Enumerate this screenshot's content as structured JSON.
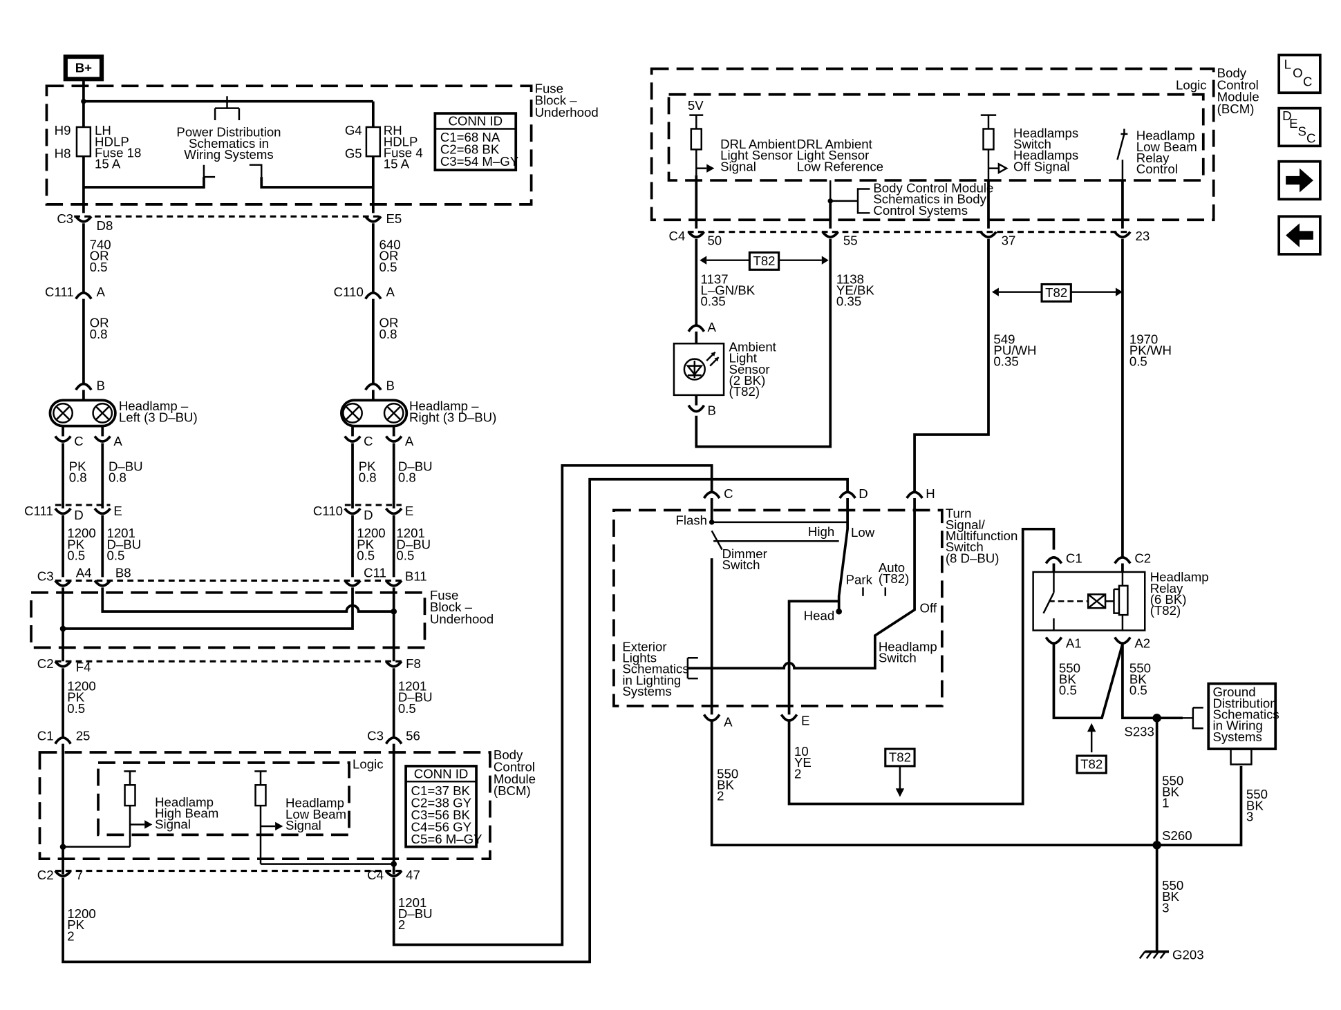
{
  "battery": "B+",
  "fuse_block_top": {
    "title": [
      "Fuse",
      "Block –",
      "Underhood"
    ],
    "lh_fuse": {
      "pins": [
        "H9",
        "H8"
      ],
      "label": [
        "LH",
        "HDLP",
        "Fuse 18",
        "15 A"
      ]
    },
    "rh_fuse": {
      "pins": [
        "G4",
        "G5"
      ],
      "label": [
        "RH",
        "HDLP",
        "Fuse 4",
        "15 A"
      ]
    },
    "power_dist": [
      "Power Distribution",
      "Schematics in",
      "Wiring Systems"
    ],
    "conn_id": {
      "title": "CONN ID",
      "rows": [
        "C1=68 NA",
        "C2=68 BK",
        "C3=54 M–GY"
      ]
    }
  },
  "left_chain": {
    "c3": {
      "conn": "C3",
      "pin": "D8"
    },
    "wire740": [
      "740",
      "OR",
      "0.5"
    ],
    "c111": {
      "conn": "C111",
      "pin": "A"
    },
    "wire_or": [
      "OR",
      "0.8"
    ],
    "lamp_pin_b": "B",
    "lamp_label": [
      "Headlamp –",
      "Left (3 D–BU)"
    ],
    "pins": {
      "c": "C",
      "a": "A"
    },
    "wire_pk": [
      "PK",
      "0.8"
    ],
    "wire_dbu": [
      "D–BU",
      "0.8"
    ],
    "c111b": {
      "conn": "C111",
      "pin_d": "D",
      "pin_e": "E"
    },
    "wire1200": [
      "1200",
      "PK",
      "0.5"
    ],
    "wire1201": [
      "1201",
      "D–BU",
      "0.5"
    ],
    "c3b": {
      "conn": "C3",
      "pin_a": "A4",
      "pin_b": "B8"
    }
  },
  "right_chain": {
    "c3": {
      "pin": "E5"
    },
    "wire640": [
      "640",
      "OR",
      "0.5"
    ],
    "c110": {
      "conn": "C110",
      "pin": "A"
    },
    "wire_or": [
      "OR",
      "0.8"
    ],
    "lamp_pin_b": "B",
    "lamp_label": [
      "Headlamp –",
      "Right (3 D–BU)"
    ],
    "pins": {
      "c": "C",
      "a": "A"
    },
    "wire_pk": [
      "PK",
      "0.8"
    ],
    "wire_dbu": [
      "D–BU",
      "0.8"
    ],
    "c110b": {
      "conn": "C110",
      "pin_d": "D",
      "pin_e": "E"
    },
    "wire1200": [
      "1200",
      "PK",
      "0.5"
    ],
    "wire1201": [
      "1201",
      "D–BU",
      "0.5"
    ],
    "c3b": {
      "pin_a": "C11",
      "pin_b": "B11"
    }
  },
  "fuse_block_mid": [
    "Fuse",
    "Block –",
    "Underhood"
  ],
  "lower_left": {
    "c2": {
      "conn": "C2",
      "pin": "F4"
    },
    "c2_right": {
      "pin": "F8"
    },
    "wire1200": [
      "1200",
      "PK",
      "0.5"
    ],
    "wire1201": [
      "1201",
      "D–BU",
      "0.5"
    ],
    "c1": {
      "conn": "C1",
      "pin": "25"
    },
    "c3": {
      "conn": "C3",
      "pin": "56"
    },
    "logic": "Logic",
    "high_beam": [
      "Headlamp",
      "High Beam",
      "Signal"
    ],
    "low_beam": [
      "Headlamp",
      "Low Beam",
      "Signal"
    ],
    "conn_id": {
      "title": "CONN ID",
      "rows": [
        "C1=37 BK",
        "C2=38 GY",
        "C3=56 BK",
        "C4=56 GY",
        "C5=6 M–GY"
      ]
    },
    "bcm": [
      "Body",
      "Control",
      "Module",
      "(BCM)"
    ],
    "c2b": {
      "conn": "C2",
      "pin": "7"
    },
    "c4b": {
      "conn": "C4",
      "pin": "47"
    },
    "wire1200b": [
      "1200",
      "PK",
      "2"
    ],
    "wire1201b": [
      "1201",
      "D–BU",
      "2"
    ]
  },
  "bcm_top": {
    "title": [
      "Body",
      "Control",
      "Module",
      "(BCM)"
    ],
    "logic": "Logic",
    "five_v": "5V",
    "drl_signal": [
      "DRL Ambient",
      "Light Sensor",
      "Signal"
    ],
    "drl_low_ref": [
      "DRL Ambient",
      "Light Sensor",
      "Low Reference"
    ],
    "hl_switch_off": [
      "Headlamps",
      "Switch",
      "Headlamps",
      "Off Signal"
    ],
    "hl_low_relay": [
      "Headlamp",
      "Low Beam",
      "Relay",
      "Control"
    ],
    "bcm_schem": [
      "Body Control Module",
      "Schematics in Body",
      "Control Systems"
    ],
    "c4": "C4",
    "pins": [
      "50",
      "55",
      "37",
      "23"
    ],
    "t82": "T82"
  },
  "sensor": {
    "wire1137": [
      "1137",
      "L–GN/BK",
      "0.35"
    ],
    "wire1138": [
      "1138",
      "YE/BK",
      "0.35"
    ],
    "pin_a": "A",
    "pin_b": "B",
    "label": [
      "Ambient",
      "Light",
      "Sensor",
      "(2 BK)",
      "(T82)"
    ]
  },
  "wires_right": {
    "w549": [
      "549",
      "PU/WH",
      "0.35"
    ],
    "w1970": [
      "1970",
      "PK/WH",
      "0.5"
    ]
  },
  "switch": {
    "pins": {
      "c": "C",
      "d": "D",
      "h": "H",
      "a": "A",
      "e": "E"
    },
    "title": [
      "Turn",
      "Signal/",
      "Multifunction",
      "Switch",
      "(8 D–BU)"
    ],
    "flash": "Flash",
    "high": "High",
    "low": "Low",
    "dimmer": [
      "Dimmer",
      "Switch"
    ],
    "park": "Park",
    "auto": [
      "Auto",
      "(T82)"
    ],
    "head": "Head",
    "off": "Off",
    "headlamp_switch": [
      "Headlamp",
      "Switch"
    ],
    "exterior": [
      "Exterior",
      "Lights",
      "Schematics",
      "in Lighting",
      "Systems"
    ]
  },
  "relay": {
    "c1": "C1",
    "c2": "C2",
    "label": [
      "Headlamp",
      "Relay",
      "(6 BK)",
      "(T82)"
    ],
    "a1": "A1",
    "a2": "A2",
    "w550a": [
      "550",
      "BK",
      "0.5"
    ],
    "w550b": [
      "550",
      "BK",
      "0.5"
    ],
    "s233": "S233"
  },
  "ground": {
    "gd": [
      "Ground",
      "Distribution",
      "Schematics",
      "in Wiring",
      "Systems"
    ],
    "w550_1": [
      "550",
      "BK",
      "1"
    ],
    "w550_3r": [
      "550",
      "BK",
      "3"
    ],
    "s260": "S260",
    "w550_3": [
      "550",
      "BK",
      "3"
    ],
    "g203": "G203",
    "w550_2": [
      "550",
      "BK",
      "2"
    ],
    "w10": [
      "10",
      "YE",
      "2"
    ]
  },
  "side_buttons": {
    "loc": [
      "L",
      "O",
      "C"
    ],
    "desc": [
      "D",
      "E",
      "S",
      "C"
    ]
  }
}
